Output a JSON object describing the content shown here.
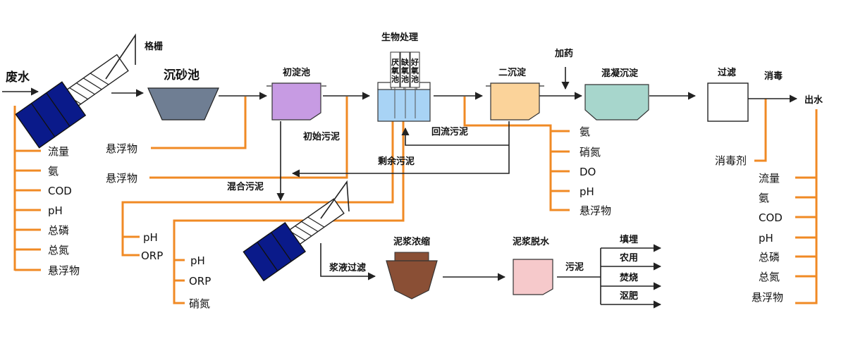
{
  "colors": {
    "orange_line": "#f08a24",
    "black_line": "#222222",
    "sand_tank": "#6f7e93",
    "primary_tank": "#c79be3",
    "bio_tank": "#a8d3f5",
    "secondary_tank": "#fbd39a",
    "coag_tank": "#a7d6cc",
    "thickener": "#8a4f35",
    "dewater": "#f6c9cb",
    "screen_body": "#0a1a8a"
  },
  "icons": {
    "grating": "screw-conveyor-icon",
    "sludge_conveyor": "screw-conveyor-icon",
    "flow_arrow": "arrow-icon"
  },
  "labels": {
    "waste_water": "废水",
    "screen": "格栅",
    "grit_tank": "沉砂池",
    "primary_tank": "初淀池",
    "bio_treatment": "生物处理",
    "bio_anaerobic": "厌氧池",
    "bio_anoxic": "缺氧池",
    "bio_aerobic": "好氧池",
    "secondary_tank": "二沉淀",
    "add_chem": "加药",
    "coag_tank": "混凝沉淀",
    "filter": "过滤",
    "disinfect": "消毒",
    "outlet": "出水",
    "initial_sludge": "初始污泥",
    "return_sludge": "回流污泥",
    "excess_sludge": "剩余污泥",
    "mixed_sludge": "混合污泥",
    "thickening": "泥浆浓缩",
    "liquor_filter": "浆液过滤",
    "dewatering": "泥浆脱水",
    "sludge": "污泥",
    "disinfectant": "消毒剂"
  },
  "sludge_outputs": [
    "填埋",
    "农用",
    "焚烧",
    "沤肥"
  ],
  "inlet_monitor": [
    "流量",
    "氨",
    "COD",
    "pH",
    "总磷",
    "总氮",
    "悬浮物"
  ],
  "grit_monitor": "悬浮物",
  "primary_monitor": "悬浮物",
  "anaerobic_monitor": [
    "pH",
    "ORP"
  ],
  "anoxic_monitor": [
    "pH",
    "ORP",
    "硝氮"
  ],
  "secondary_monitor": [
    "氨",
    "硝氮",
    "DO",
    "pH",
    "悬浮物"
  ],
  "outlet_monitor": [
    "流量",
    "氨",
    "COD",
    "pH",
    "总磷",
    "总氮",
    "悬浮物"
  ]
}
